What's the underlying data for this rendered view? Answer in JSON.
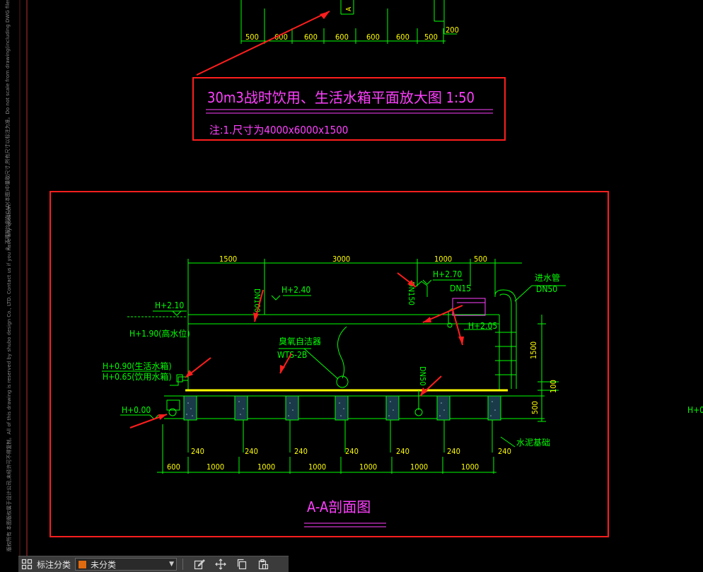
{
  "sheet": {
    "plan_dims": [
      "500",
      "600",
      "600",
      "600",
      "600",
      "600",
      "500"
    ],
    "plan_dim_extra": "200",
    "plan_letter": "A",
    "title_main": "30m3战时饮用、生活水箱平面放大图 1:50",
    "title_note": "注:1.尺寸为4000x6000x1500",
    "section_title": "A-A剖面图",
    "top_dims": [
      "1500",
      "3000",
      "1000",
      "500"
    ],
    "level_labels": {
      "h210": "H+2.10",
      "h190": "H+1.90(高水位)",
      "h240": "H+2.40",
      "h270": "H+2.70",
      "h205": "H+2.05",
      "h090": "H+0.90(生活水箱)",
      "h065": "H+0.65(饮用水箱)",
      "h000": "H+0.00",
      "h000_right": "H+0"
    },
    "pipe_labels": {
      "dn100": "DN100",
      "dn150": "DN150",
      "dn15": "DN15",
      "dn50_v": "DN50",
      "inlet": "进水管",
      "inlet_dn": "DN50",
      "sterilizer": "臭氧自洁器",
      "model": "WTS-2B",
      "foundation": "水泥基础"
    },
    "side_dims": [
      "1500",
      "100",
      "500"
    ],
    "pier_dims": [
      "240",
      "240",
      "240",
      "240",
      "240",
      "240",
      "240"
    ],
    "bottom_dims": [
      "600",
      "1000",
      "1000",
      "1000",
      "1000",
      "1000",
      "1000"
    ],
    "side_notes": [
      "3. 不得按比例在CAD(本图)中量取尺寸,所有尺寸以标注为准。Do not scale from drawing(including DWG files). All dimensions must be verified on site.",
      "版权所有 本图版权属于设计公司,未经许可不得复制。All of this drawing is reserved by shubo design Co., LTD. Contact us if you have any question."
    ]
  },
  "toolbar": {
    "category_label": "标注分类",
    "selected_value": "未分类",
    "swatch_color": "#e06a10",
    "icons": [
      "grid-icon",
      "edit-icon",
      "move-icon",
      "copy-icon",
      "paste-icon"
    ]
  },
  "colors": {
    "green": "#00ff00",
    "yellow": "#ffff00",
    "magenta": "#ff40ff",
    "red": "#ff1e1e",
    "white": "#ffffff"
  }
}
